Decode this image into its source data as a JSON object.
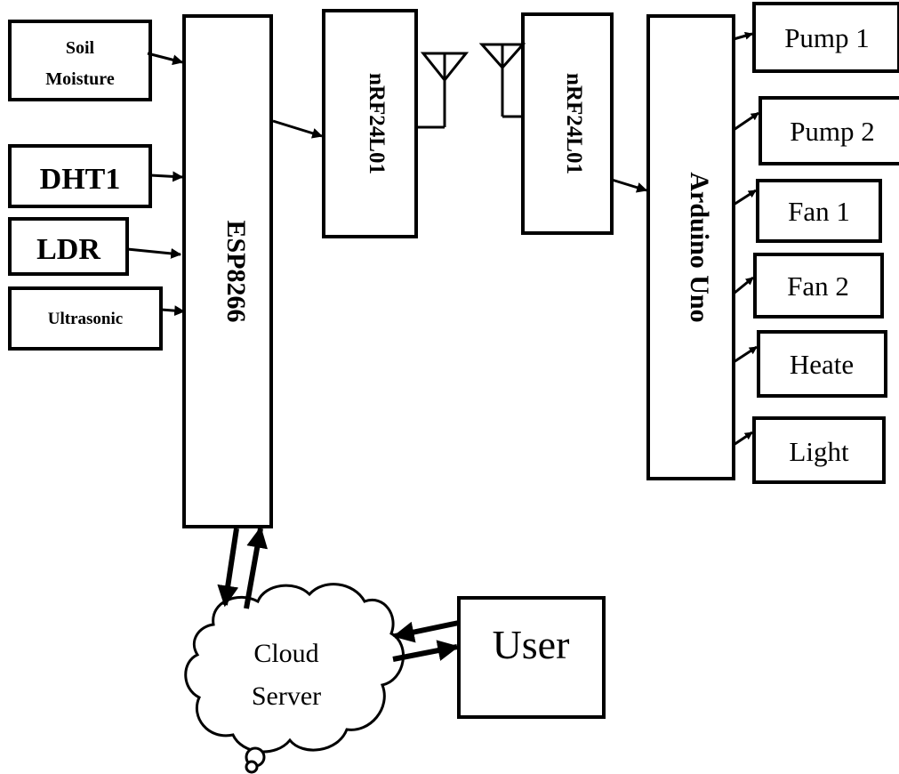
{
  "blocks": {
    "soil": {
      "line1": "Soil",
      "line2": "Moisture"
    },
    "dht": "DHT1",
    "ldr": "LDR",
    "ultrasonic": "Ultrasonic",
    "esp": "ESP8266",
    "nrf_tx": "nRF24L01",
    "nrf_rx": "nRF24L01",
    "arduino": "Arduino Uno",
    "outputs": {
      "pump1": "Pump 1",
      "pump2": "Pump 2",
      "fan1": "Fan 1",
      "fan2": "Fan 2",
      "heater": "Heate",
      "light": "Light"
    },
    "cloud": {
      "line1": "Cloud",
      "line2": "Server"
    },
    "user": "User"
  },
  "colors": {
    "stroke": "#000000",
    "background": "#ffffff"
  }
}
